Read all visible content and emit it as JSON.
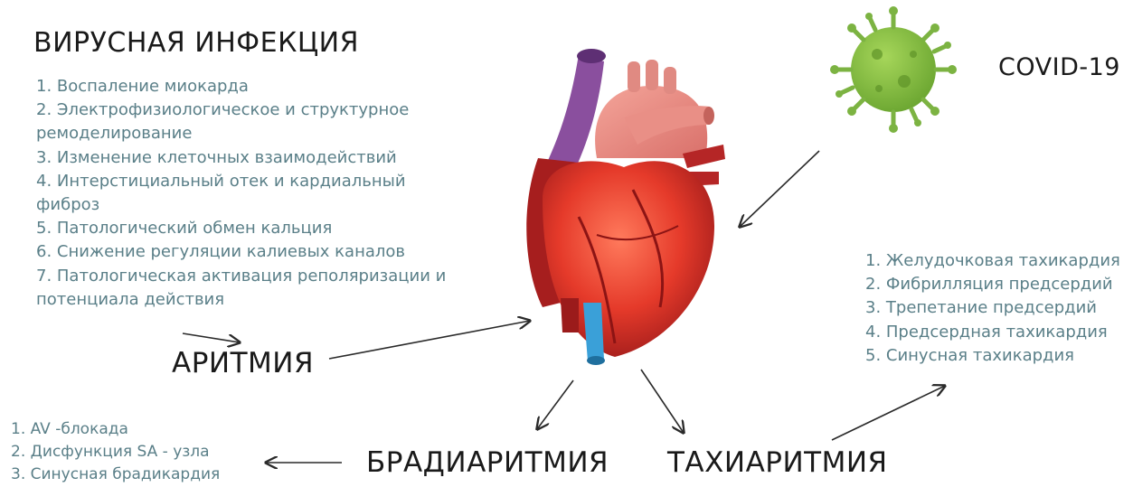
{
  "titles": {
    "viral_infection": "ВИРУСНАЯ ИНФЕКЦИЯ",
    "covid": "COVID-19",
    "arrhythmia": "АРИТМИЯ",
    "bradyarrhythmia": "БРАДИАРИТМИЯ",
    "tachyarrhythmia": "ТАХИАРИТМИЯ"
  },
  "viral_mechanisms": [
    "1. Воспаление миокарда",
    "2. Электрофизиологическое и структурное ремоделирование",
    "3. Изменение клеточных взаимодействий",
    "4. Интерстициальный отек и кардиальный фиброз",
    "5. Патологический обмен кальция",
    "6. Снижение регуляции калиевых каналов",
    "7. Патологическая активация реполяризации и потенциала действия"
  ],
  "tachy_types": [
    "1. Желудочковая тахикардия",
    "2. Фибрилляция предсердий",
    "3. Трепетание предсердий",
    "4. Предсердная тахикардия",
    "5. Синусная тахикардия"
  ],
  "brady_types": [
    "1. AV -блокада",
    "2. Дисфункция SA - узла",
    "3. Синусная брадикардия"
  ],
  "colors": {
    "text_list": "#5a7f88",
    "text_title": "#1a1a1a",
    "arrow": "#2a2a2a",
    "heart_red": "#e0392b",
    "vessel_purple": "#8a4f9e",
    "vessel_blue": "#3aa0d8",
    "virus_green": "#7cb342"
  },
  "icons": [
    "heart-illustration-icon",
    "virus-icon"
  ]
}
